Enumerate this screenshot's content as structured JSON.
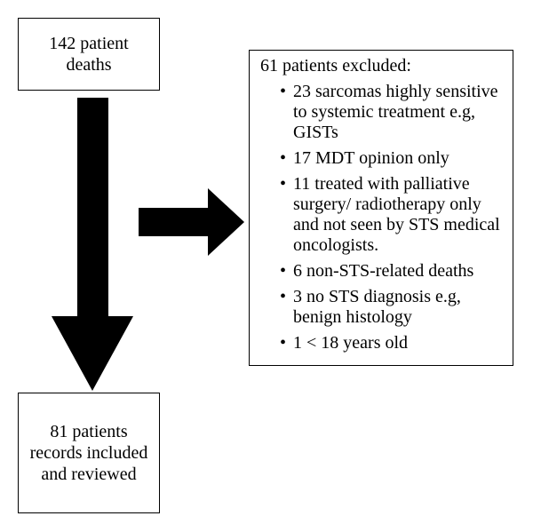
{
  "start_box": {
    "text": "142 patient deaths"
  },
  "exclusion_box": {
    "heading": "61 patients excluded:",
    "items": [
      "23 sarcomas highly sensitive to systemic treatment e.g, GISTs",
      "17 MDT opinion only",
      "11 treated with palliative surgery/ radiotherapy only and not seen by STS medical oncologists.",
      "6 non-STS-related deaths",
      "3 no STS diagnosis e.g, benign histology",
      "1 < 18 years old"
    ]
  },
  "end_box": {
    "text": "81 patients records included and reviewed"
  },
  "colors": {
    "arrow": "#000000",
    "border": "#000000",
    "background": "#ffffff"
  }
}
